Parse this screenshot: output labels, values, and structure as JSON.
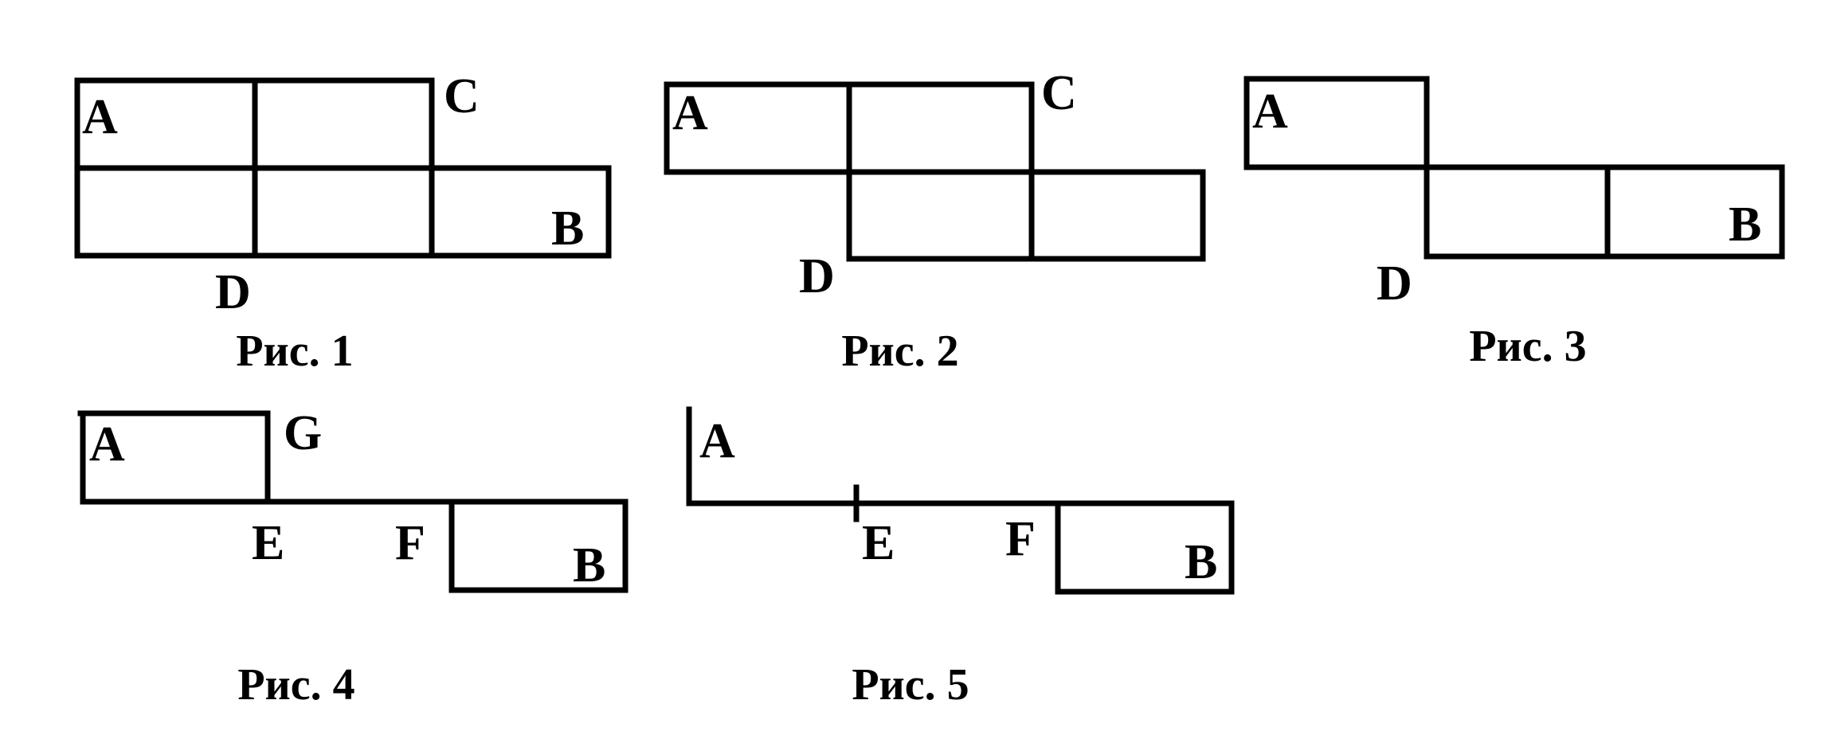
{
  "figures": [
    {
      "caption": "Рис. 1",
      "labels": {
        "A": "A",
        "B": "B",
        "C": "C",
        "D": "D"
      }
    },
    {
      "caption": "Рис. 2",
      "labels": {
        "A": "A",
        "C": "C",
        "D": "D"
      }
    },
    {
      "caption": "Рис. 3",
      "labels": {
        "A": "A",
        "B": "B",
        "D": "D"
      }
    },
    {
      "caption": "Рис. 4",
      "labels": {
        "A": "A",
        "B": "B",
        "E": "E",
        "F": "F",
        "G": "G"
      }
    },
    {
      "caption": "Рис. 5",
      "labels": {
        "A": "A",
        "B": "B",
        "E": "E",
        "F": "F"
      }
    }
  ],
  "colors": {
    "stroke": "#000000",
    "background": "#ffffff"
  }
}
